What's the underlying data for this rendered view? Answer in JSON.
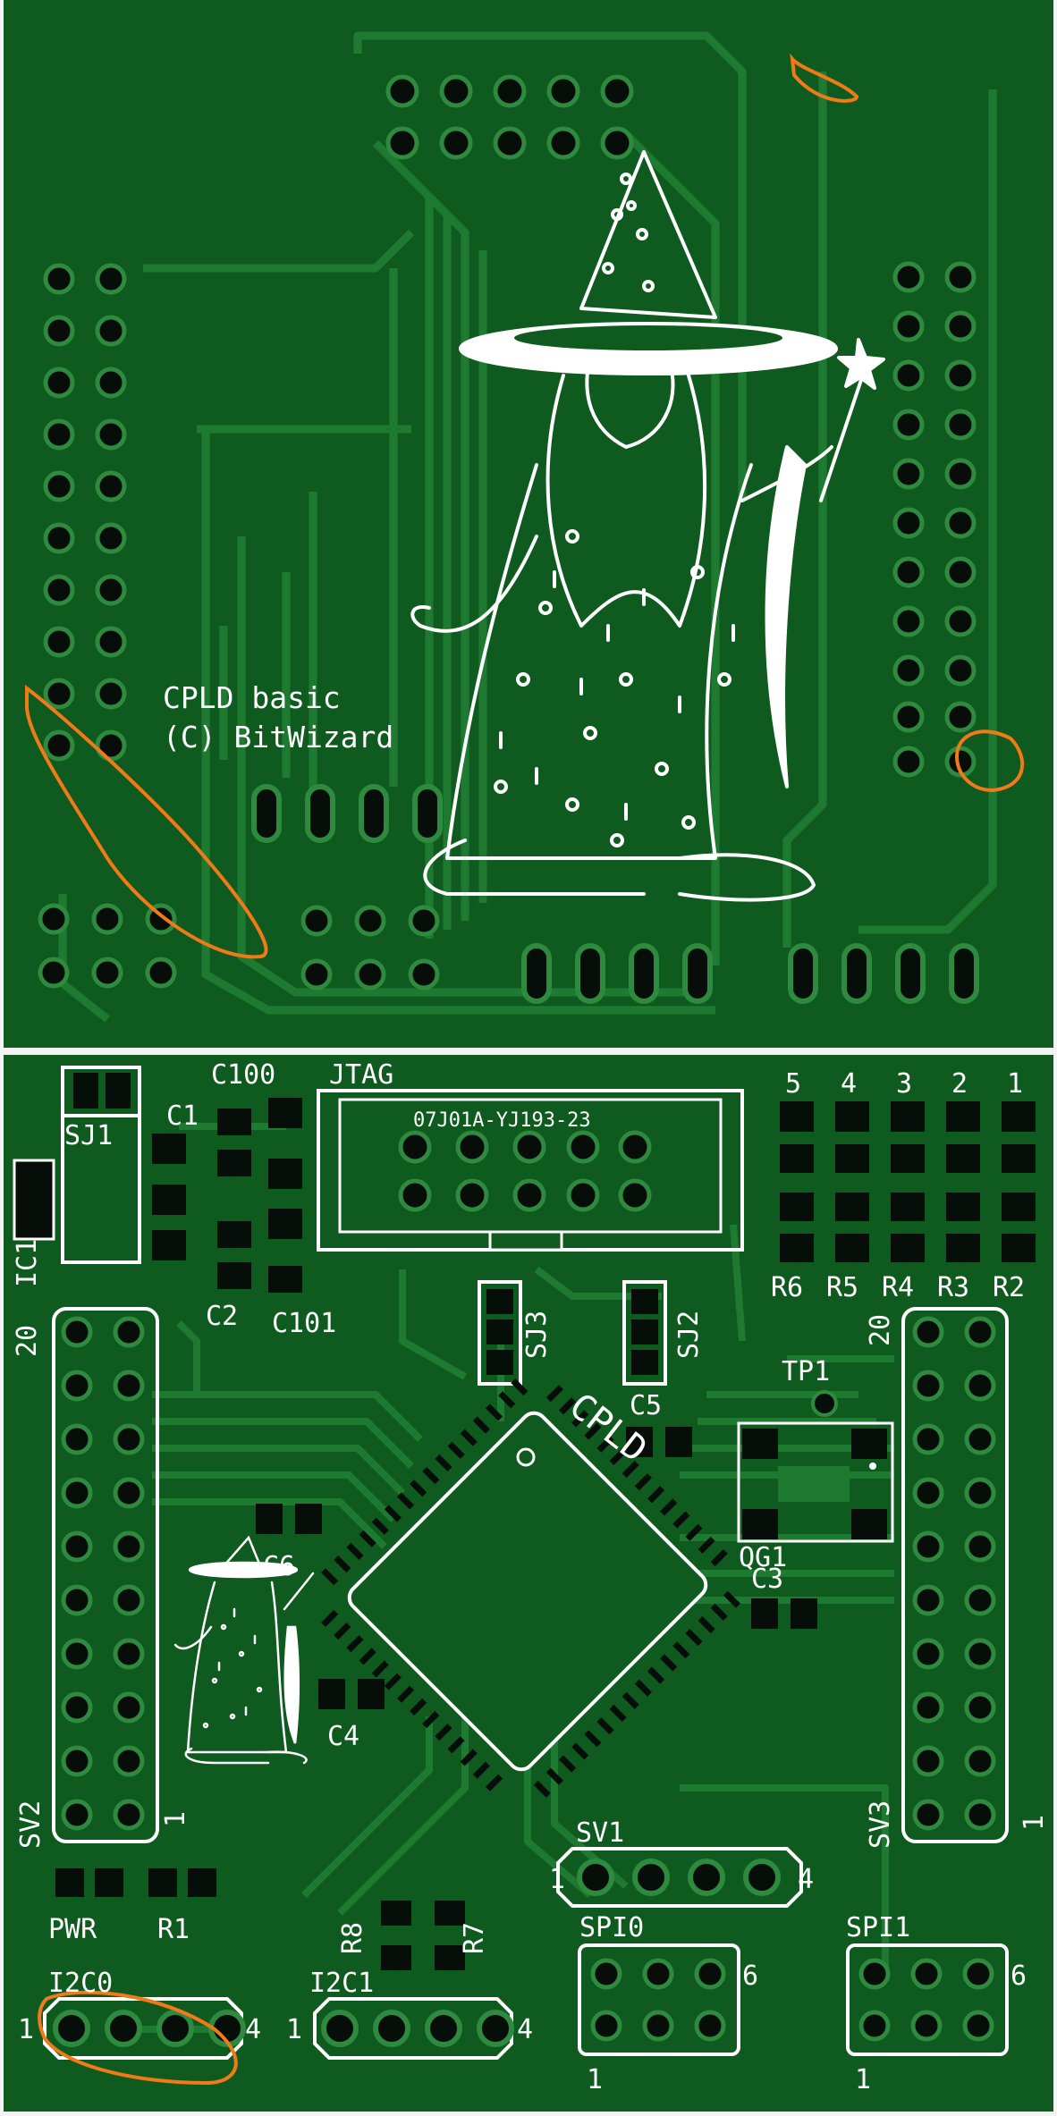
{
  "board": {
    "colors": {
      "substrate": "#0f5a1e",
      "trace": "#1f7a31",
      "silk": "#ffffff",
      "pad": "#070d09",
      "annotation": "#f07a1a",
      "background": "#f4f4f4"
    },
    "top": {
      "title": "CPLD basic",
      "copyright": "(C) BitWizard",
      "graphic": "wizard-icon"
    },
    "bottom": {
      "labels": {
        "c100": "C100",
        "jtag": "JTAG",
        "jtag_marking": "07J01A-YJ193-23",
        "sj1": "SJ1",
        "c1": "C1",
        "ic1": "IC1",
        "c2": "C2",
        "c101": "C101",
        "sj3": "SJ3",
        "sj2": "SJ2",
        "c5": "C5",
        "tp1": "TP1",
        "cpld": "CPLD",
        "qg1": "QG1",
        "c6": "C6",
        "c3": "C3",
        "c4": "C4",
        "sv2": "SV2",
        "sv3": "SV3",
        "sv1": "SV1",
        "pwr": "PWR",
        "r1": "R1",
        "r8": "R8",
        "r7": "R7",
        "i2c0": "I2C0",
        "i2c1": "I2C1",
        "spi0": "SPI0",
        "spi1": "SPI1",
        "pin_20": "20",
        "pin_1": "1",
        "pin_4": "4",
        "pin_6": "6"
      },
      "led_numbers": [
        "5",
        "4",
        "3",
        "2",
        "1"
      ],
      "resistor_labels": [
        "R6",
        "R5",
        "R4",
        "R3",
        "R2"
      ]
    }
  }
}
